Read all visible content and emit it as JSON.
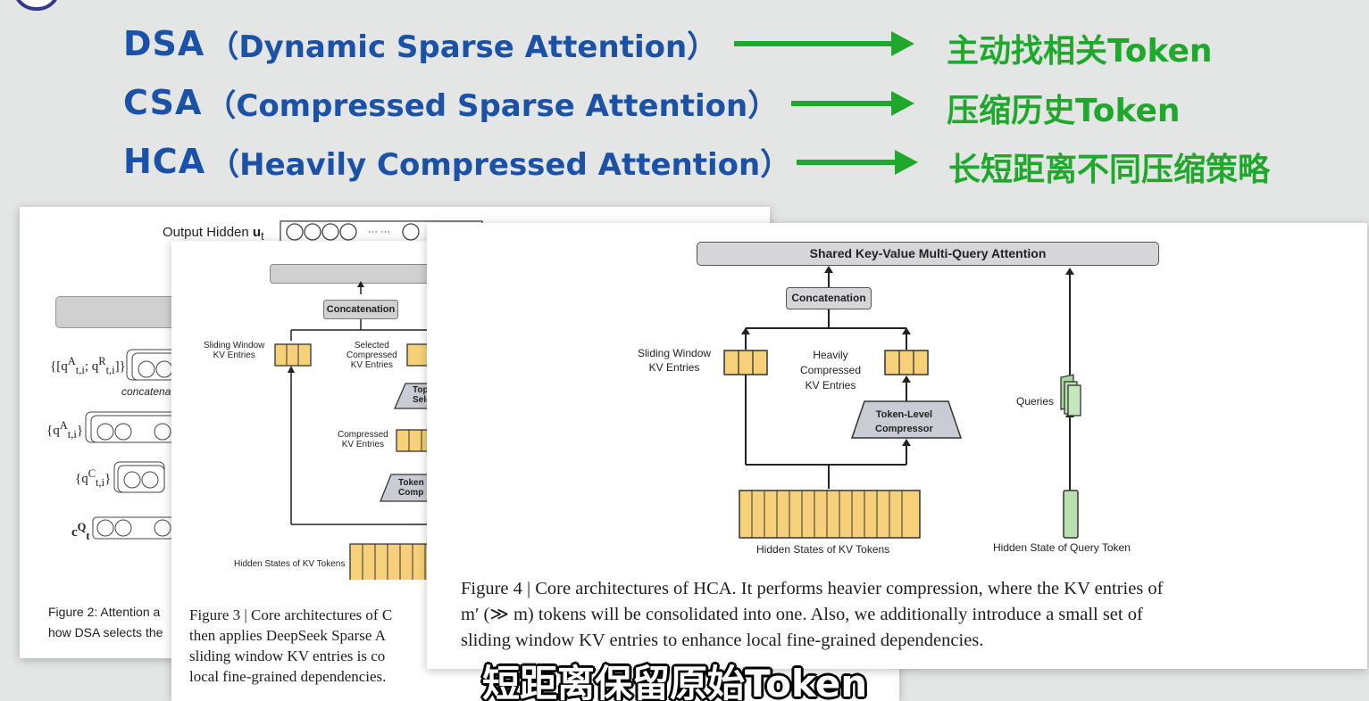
{
  "headings": [
    {
      "abbr": "DSA",
      "full": "（Dynamic Sparse Attention）",
      "result": "主动找相关Token"
    },
    {
      "abbr": "CSA",
      "full": "（Compressed Sparse Attention）",
      "result": "压缩历史Token"
    },
    {
      "abbr": "HCA",
      "full": "（Heavily Compressed Attention）",
      "result": "长短距离不同压缩策略"
    }
  ],
  "colors": {
    "heading": "#1b51a6",
    "arrow": "#1fa82c",
    "background": "#e3e6e4"
  },
  "fig2": {
    "output_label": "Output Hidden",
    "output_var": "u",
    "output_sub": "t",
    "ellipsis": "··· ···",
    "concat_label": "concatenate",
    "q_rows": [
      "{[q",
      "{q",
      "{q",
      "c"
    ],
    "caption_line1": "Figure 2:  Attention a",
    "caption_line2": "how DSA selects the"
  },
  "fig3": {
    "concat_label": "Concatenation",
    "sliding_label_1": "Sliding Window",
    "sliding_label_2": "KV Entries",
    "selected_label_1": "Selected",
    "selected_label_2": "Compressed",
    "selected_label_3": "KV Entries",
    "topk_label_1": "Top",
    "topk_label_2": "Sele",
    "compressed_label_1": "Compressed",
    "compressed_label_2": "KV Entries",
    "token_label_1": "Token",
    "token_label_2": "Comp",
    "hidden_label": "Hidden States of KV Tokens",
    "caption_lines": [
      "Figure 3 | Core architectures of C",
      "then applies DeepSeek Sparse A",
      "sliding window KV entries is co",
      "local fine-grained dependencies."
    ]
  },
  "fig4": {
    "shared_label": "Shared Key-Value Multi-Query Attention",
    "concat_label": "Concatenation",
    "sliding_label_1": "Sliding Window",
    "sliding_label_2": "KV Entries",
    "heavily_label_1": "Heavily",
    "heavily_label_2": "Compressed",
    "heavily_label_3": "KV Entries",
    "compressor_label_1": "Token-Level",
    "compressor_label_2": "Compressor",
    "queries_label": "Queries",
    "hidden_kv_label": "Hidden States of KV Tokens",
    "hidden_query_label": "Hidden State of Query Token",
    "caption_lines": [
      "Figure 4 | Core architectures of HCA. It performs heavier compression, where the KV entries of",
      "m′ (≫ m) tokens will be consolidated into one. Also, we additionally introduce a small set of",
      "sliding window KV entries to enhance local fine-grained dependencies."
    ]
  },
  "subtitle": "短距离保留原始Token"
}
